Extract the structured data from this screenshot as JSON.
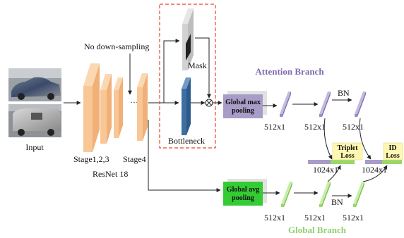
{
  "input": {
    "label": "Input"
  },
  "backbone": {
    "stage123_label": "Stage1,2,3",
    "stage4_label": "Stage4",
    "network_label": "ResNet 18",
    "no_downsampling_label": "No down-sampling",
    "ellipsis": "···"
  },
  "attention_module": {
    "mask_label": "Mask",
    "bottleneck_label": "Bottleneck"
  },
  "attention_branch": {
    "title": "Attention Branch",
    "title_color": "#7e6bb0",
    "pool_label_line1": "Global max",
    "pool_label_line2": "pooling",
    "pool_color": "#a89cc8",
    "feat1_dim": "512x1",
    "feat2_dim": "512x1",
    "feat3_dim": "512x1",
    "bn_label": "BN"
  },
  "global_branch": {
    "title": "Global Branch",
    "title_color": "#8fd16e",
    "pool_label_line1": "Global avg",
    "pool_label_line2": "pooling",
    "pool_color": "#33cc33",
    "feat1_dim": "512x1",
    "feat2_dim": "512x1",
    "feat3_dim": "512x1",
    "bn_label": "BN"
  },
  "losses": {
    "triplet_line1": "Triplet",
    "triplet_line2": "Loss",
    "id_line1": "ID",
    "id_line2": "Loss",
    "concat1_dim": "1024x1",
    "concat2_dim": "1024x1",
    "loss_fill": "#fff7b0"
  },
  "colors": {
    "stage_orange": "#f9c796",
    "stage_orange_dark": "#f0b078",
    "bottleneck_blue": "#3d6fa3",
    "mask_gray": "#c8c8c8",
    "attention_purple": "#9a8ec4",
    "global_green": "#9ad66a",
    "dashed_box": "#e8452a"
  }
}
